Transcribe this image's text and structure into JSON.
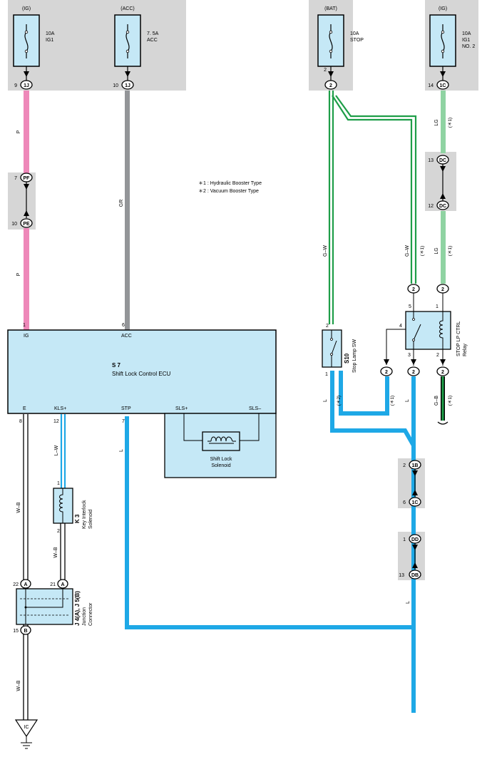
{
  "legend": {
    "line1": "＊1 : Hydraulic Booster Type",
    "line2": "＊2 : Vacuum Booster Type"
  },
  "sources": [
    {
      "label": "(IG)",
      "fuse_amp": "10A",
      "fuse_name": "IG1",
      "fuse_name2": ""
    },
    {
      "label": "(ACC)",
      "fuse_amp": "7. 5A",
      "fuse_name": "ACC",
      "fuse_name2": ""
    },
    {
      "label": "(BAT)",
      "fuse_amp": "10A",
      "fuse_name": "STOP",
      "fuse_name2": ""
    },
    {
      "label": "(IG)",
      "fuse_amp": "10A",
      "fuse_name": "IG1",
      "fuse_name2": "NO. 2"
    }
  ],
  "connectors": [
    {
      "id": "1j-a",
      "code": "1J",
      "pin": "9"
    },
    {
      "id": "1j-b",
      "code": "1J",
      "pin": "10"
    },
    {
      "id": "bat2",
      "code": "2",
      "pin": "2"
    },
    {
      "id": "1c-top",
      "code": "1C",
      "pin": "14"
    },
    {
      "id": "pf",
      "code": "PF",
      "pin": "7"
    },
    {
      "id": "pe",
      "code": "PE",
      "pin": "10"
    },
    {
      "id": "dc-top",
      "code": "DC",
      "pin": "13"
    },
    {
      "id": "dc-bot",
      "code": "DC",
      "pin": "12"
    },
    {
      "id": "relay-in-left",
      "code": "2",
      "pin": ""
    },
    {
      "id": "relay-in-right",
      "code": "2",
      "pin": ""
    },
    {
      "id": "sw-out",
      "code": "2",
      "pin": ""
    },
    {
      "id": "relay-out",
      "code": "2",
      "pin": ""
    },
    {
      "id": "relay-gnd",
      "code": "2",
      "pin": ""
    },
    {
      "id": "1b",
      "code": "1B",
      "pin": "2"
    },
    {
      "id": "1c-bot",
      "code": "1C",
      "pin": "6"
    },
    {
      "id": "dd",
      "code": "DD",
      "pin": "1"
    },
    {
      "id": "db",
      "code": "DB",
      "pin": "13"
    },
    {
      "id": "ja-22",
      "code": "A",
      "pin": "22"
    },
    {
      "id": "ja-21",
      "code": "A",
      "pin": "21"
    },
    {
      "id": "jb-15",
      "code": "B",
      "pin": "15"
    },
    {
      "id": "ground",
      "code": "IC",
      "pin": ""
    }
  ],
  "wires": {
    "p_top": "P",
    "p_bottom": "P",
    "gr": "GR",
    "gw_left": "G–W",
    "gw_right": "G–W",
    "gw_note": "(＊1)",
    "lg_top": "LG",
    "lg_top_note": "(＊1)",
    "lg_bottom": "LG",
    "lg_bottom_note": "(＊1)",
    "l_left": "L",
    "l_left_note": "(＊2)",
    "l_mid_note": "(＊1)",
    "l_right": "L",
    "gb": "G–B",
    "gb_note": "(＊1)",
    "l_stp": "L",
    "lw": "L–W",
    "wb_e": "W–B",
    "wb_k3": "W–B",
    "wb_gnd": "W–B",
    "l_lower": "L"
  },
  "ecu": {
    "code": "S 7",
    "name": "Shift Lock Control ECU",
    "pin_ig": "IG",
    "pin_ig_no": "1",
    "pin_acc": "ACC",
    "pin_acc_no": "6",
    "pin_e": "E",
    "pin_e_no": "8",
    "pin_kls": "KLS+",
    "pin_kls_no": "12",
    "pin_stp": "STP",
    "pin_stp_no": "7",
    "pin_slsp": "SLS+",
    "pin_slsm": "SLS–",
    "solenoid_line1": "Shift Lock",
    "solenoid_line2": "Solenoid"
  },
  "stop_switch": {
    "code": "S10",
    "name": "Stop Lamp SW",
    "pin_in": "2",
    "pin_out": "1"
  },
  "relay": {
    "name_line1": "STOP LP CTRL",
    "name_line2": "Relay",
    "pin5": "5",
    "pin1": "1",
    "pin4": "4",
    "pin3": "3",
    "pin2": "2"
  },
  "key_interlock": {
    "code": "K 3",
    "name_line1": "Key Interlock",
    "name_line2": "Solenoid",
    "pin1": "1",
    "pin2": "2"
  },
  "junction": {
    "code": "J 4(A), J 5(B)",
    "name_line1": "Junction",
    "name_line2": "Connector"
  },
  "colors": {
    "pink": "#ee88b9",
    "gray": "#939598",
    "green": "#1e9e48",
    "light_green": "#8fd3a2",
    "blue": "#1ea8e6",
    "panel_gray": "#d6d6d6",
    "panel_blue": "#c5e8f6"
  }
}
